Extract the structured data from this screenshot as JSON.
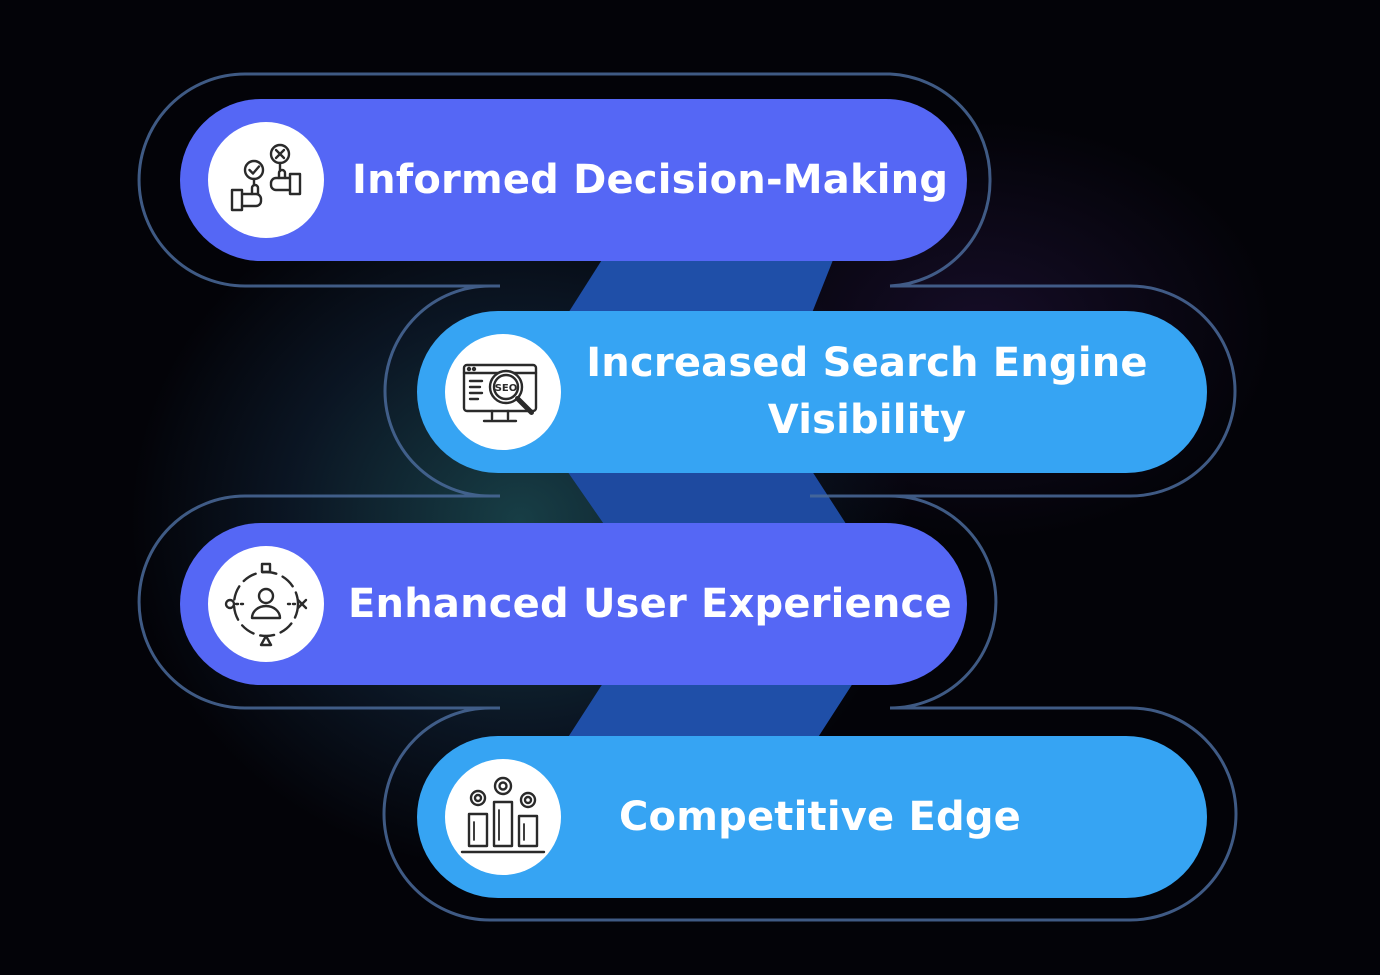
{
  "colors": {
    "background": "#030308",
    "indigo_pill": "#5567f5",
    "sky_pill": "#36a4f3",
    "connector": "#1f4fa8",
    "outline": "#4a6a9a",
    "icon_circle": "#ffffff",
    "icon_stroke": "#2a2a2a"
  },
  "items": [
    {
      "label": "Informed Decision-Making",
      "icon": "decision-hands-icon"
    },
    {
      "label": "Increased Search Engine Visibility",
      "icon": "seo-monitor-icon"
    },
    {
      "label": "Enhanced User Experience",
      "icon": "user-experience-icon"
    },
    {
      "label": "Competitive Edge",
      "icon": "podium-icon"
    }
  ]
}
